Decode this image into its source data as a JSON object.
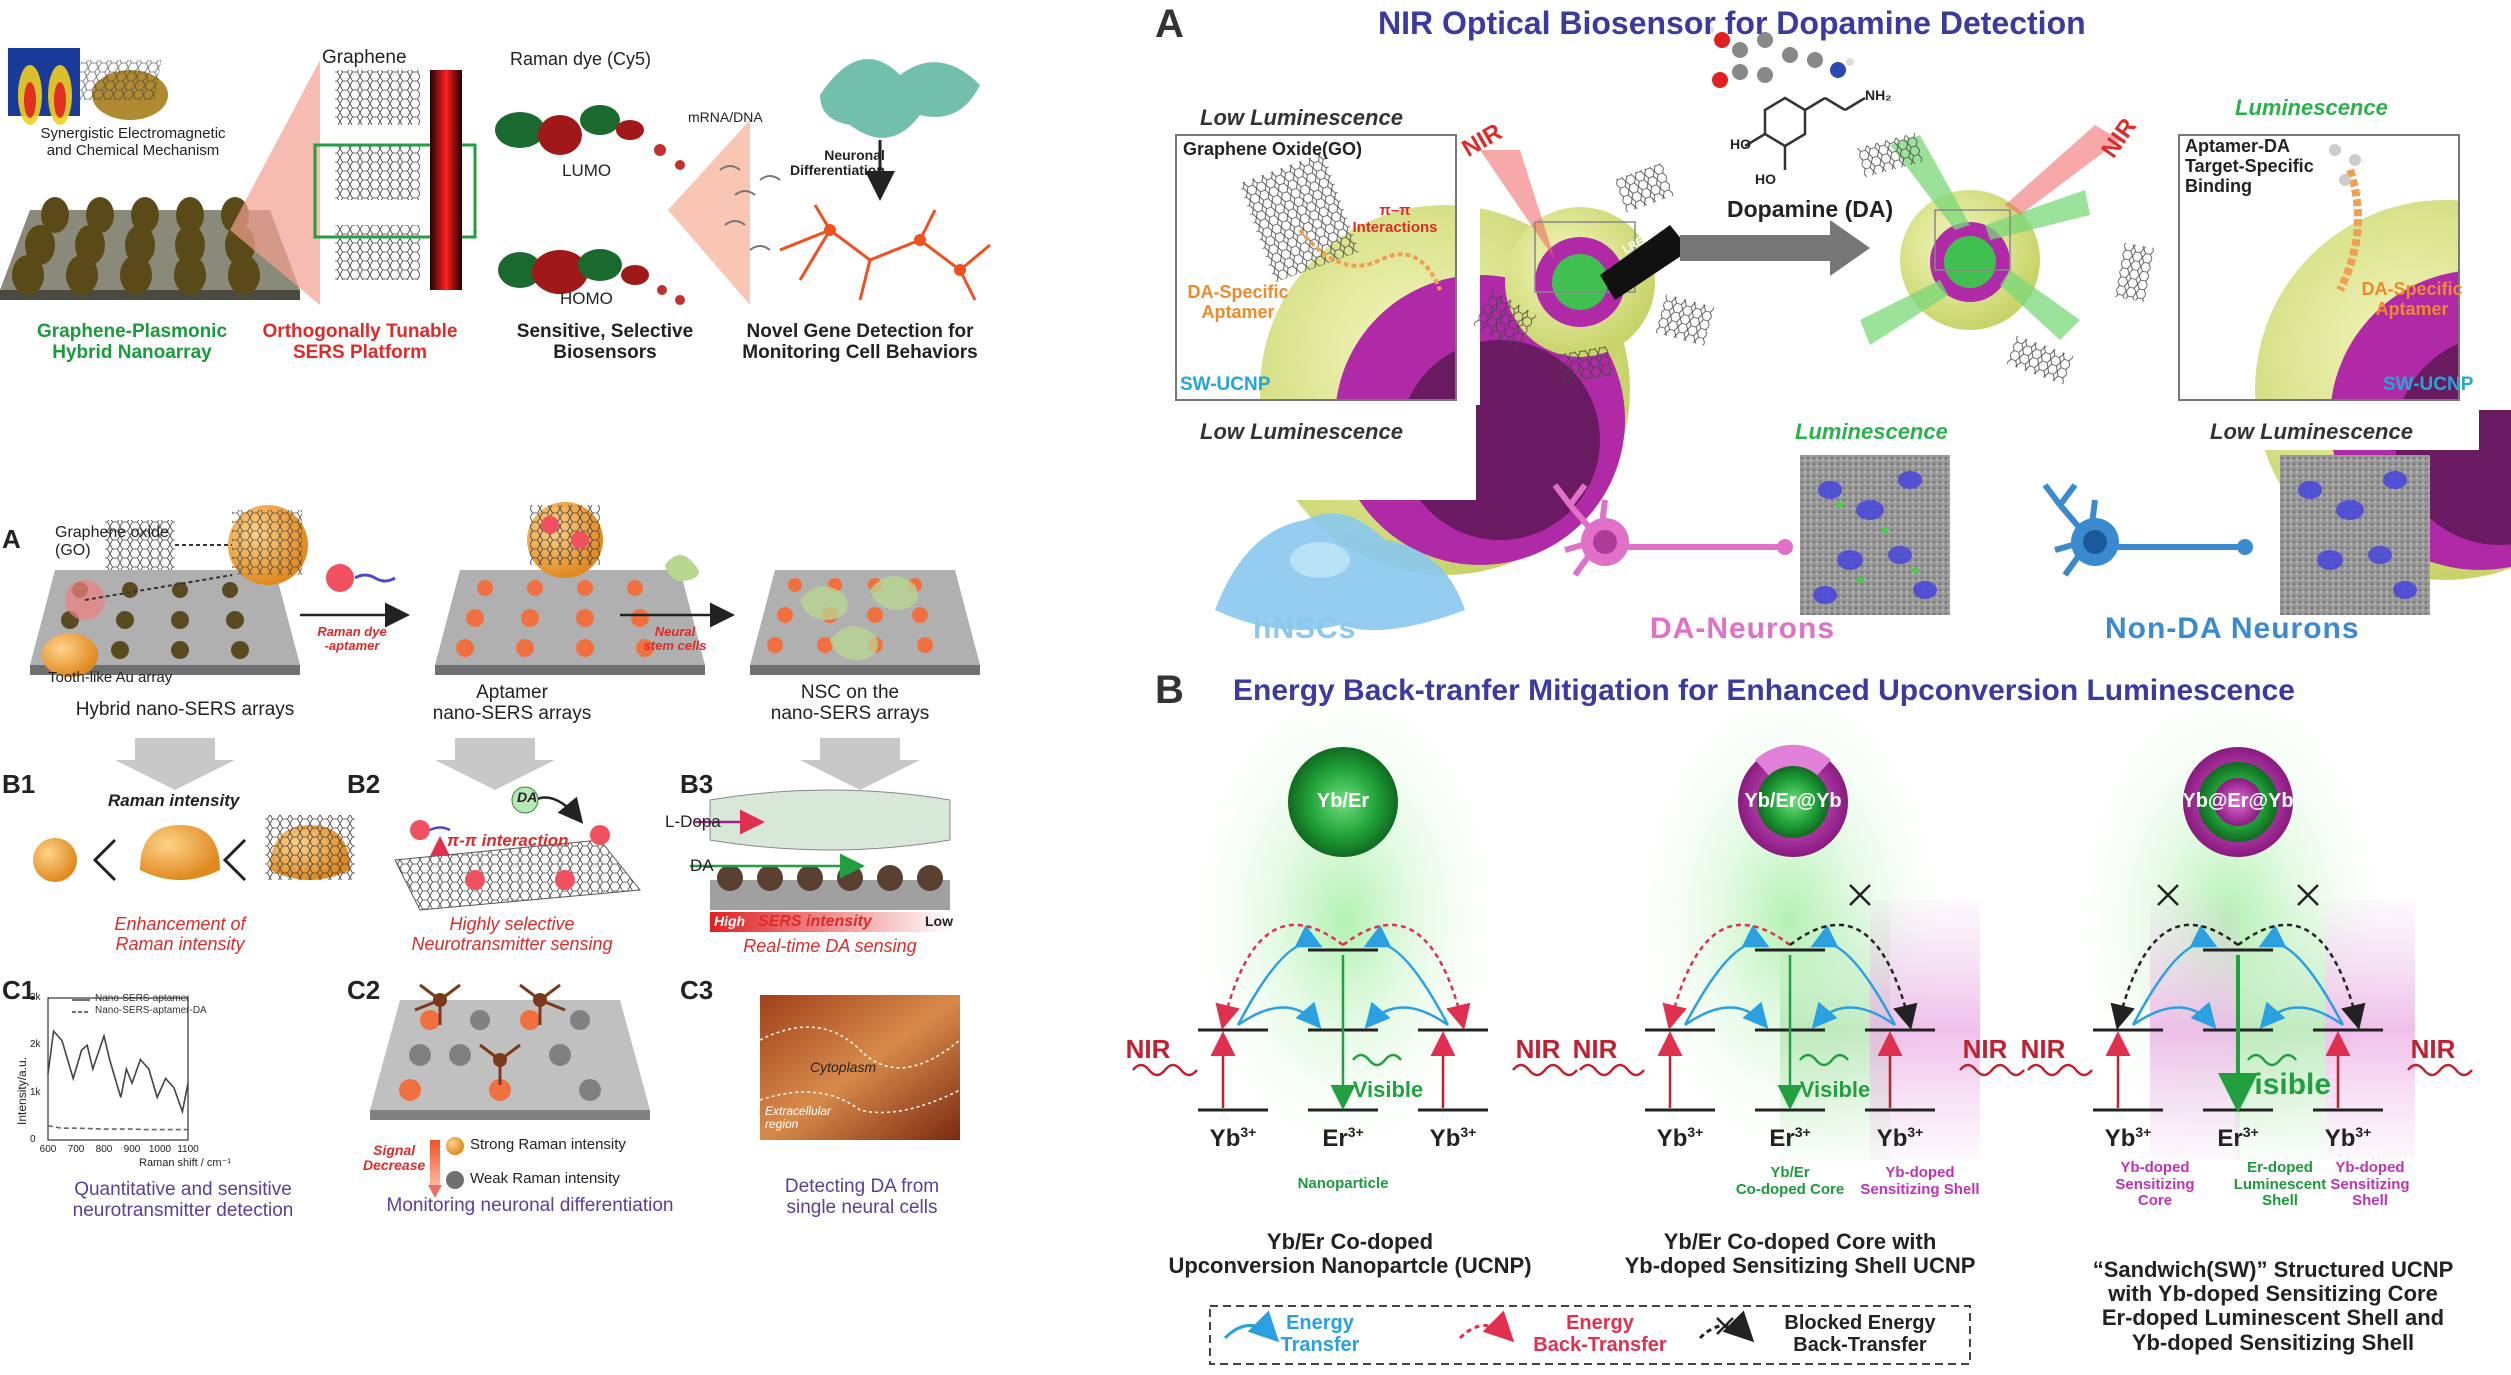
{
  "top_left": {
    "synergistic": "Synergistic Electromagnetic\nand Chemical Mechanism",
    "graphene": "Graphene",
    "raman_dye": "Raman dye (Cy5)",
    "lumo": "LUMO",
    "homo": "HOMO",
    "mrna": "mRNA/DNA",
    "neuronal_diff": "Neuronal\nDifferentiation",
    "cap1": "Graphene-Plasmonic\nHybrid Nanoarray",
    "cap2": "Orthogonally Tunable\nSERS Platform",
    "cap3": "Sensitive, Selective\nBiosensors",
    "cap4": "Novel Gene Detection for\nMonitoring Cell Behaviors"
  },
  "bottom_left": {
    "label_a": "A",
    "go": "Graphene oxide\n(GO)",
    "tooth": "Tooth-like Au array",
    "raman_dye_aptamer": "Raman dye\n-aptamer",
    "neural_stem": "Neural\nstem cells",
    "hybrid": "Hybrid nano-SERS arrays",
    "aptamer": "Aptamer\nnano-SERS arrays",
    "nsc": "NSC on the\nnano-SERS arrays",
    "b1": "B1",
    "b2": "B2",
    "b3": "B3",
    "raman_intensity": "Raman intensity",
    "pi": "π-π interaction",
    "da": "DA",
    "ldopa": "L-Dopa",
    "da2": "DA",
    "high": "High",
    "sers_intensity": "SERS intensity",
    "low": "Low",
    "enh": "Enhancement of\nRaman intensity",
    "highly": "Highly selective\nNeurotransmitter sensing",
    "realtime": "Real-time DA sensing",
    "c1": "C1",
    "c2": "C2",
    "c3": "C3",
    "legend1": "Nano-SERS-aptamer",
    "legend2": "Nano-SERS-aptamer-DA",
    "ylabel": "Intensity/a.u.",
    "xlabel": "Raman shift / cm⁻¹",
    "signal_decrease": "Signal\nDecrease",
    "strong": "Strong Raman intensity",
    "weak": "Weak Raman intensity",
    "cytoplasm": "Cytoplasm",
    "extracellular": "Extracellular\nregion",
    "quant": "Quantitative and sensitive\nneurotransmitter detection",
    "monitor": "Monitoring neuronal differentiation",
    "detecting": "Detecting DA from\nsingle neural cells"
  },
  "chart_data": {
    "type": "line",
    "title": "",
    "xlabel": "Raman shift / cm⁻¹",
    "ylabel": "Intensity/a.u.",
    "xlim": [
      600,
      1100
    ],
    "ylim": [
      0,
      3000
    ],
    "x_ticks": [
      "600",
      "700",
      "800",
      "900",
      "1000",
      "1100"
    ],
    "y_ticks": [
      "0",
      "1k",
      "2k",
      "3k"
    ],
    "series": [
      {
        "name": "Nano-SERS-aptamer",
        "style": "solid",
        "x": [
          600,
          620,
          650,
          690,
          720,
          740,
          760,
          800,
          820,
          840,
          860,
          880,
          900,
          930,
          960,
          990,
          1020,
          1050,
          1080,
          1100
        ],
        "y": [
          1400,
          2300,
          2100,
          1300,
          1900,
          2000,
          1500,
          2200,
          1700,
          1300,
          900,
          1500,
          1200,
          1700,
          1500,
          900,
          1300,
          1100,
          600,
          1200
        ]
      },
      {
        "name": "Nano-SERS-aptamer-DA",
        "style": "dashed",
        "x": [
          600,
          650,
          700,
          750,
          800,
          850,
          900,
          950,
          1000,
          1050,
          1100
        ],
        "y": [
          300,
          250,
          250,
          240,
          230,
          230,
          230,
          220,
          220,
          220,
          220
        ]
      }
    ]
  },
  "right": {
    "label_a": "A",
    "title_a": "NIR Optical Biosensor for Dopamine Detection",
    "low_lum_1": "Low Luminescence",
    "go": "Graphene Oxide(GO)",
    "nir_1": "NIR",
    "pipi": "π–π\nInteractions",
    "da_aptamer": "DA-Specific\nAptamer",
    "sw_ucnp_1": "SW-UCNP",
    "lret": "LRET",
    "dopamine": "Dopamine (DA)",
    "nh2": "NH₂",
    "ho1": "HO",
    "ho2": "HO",
    "nir_2": "NIR",
    "lum_1": "Luminescence",
    "aptamer_da": "Aptamer-DA\nTarget-Specific\nBinding",
    "da_aptamer_2": "DA-Specific\nAptamer",
    "sw_ucnp_2": "SW-UCNP",
    "low_lum_2": "Low Luminescence",
    "lum_2": "Luminescence",
    "low_lum_3": "Low Luminescence",
    "hnscs": "hNSCs",
    "da_neurons": "DA-Neurons",
    "nonda": "Non-DA Neurons",
    "label_b": "B",
    "title_b": "Energy Back-tranfer Mitigation for Enhanced Upconversion Luminescence",
    "p1_name": "Yb/Er",
    "p2_name": "Yb/Er@Yb",
    "p3_name": "Yb@Er@Yb",
    "nir": "NIR",
    "visible": "Visible",
    "yb": "Yb",
    "er": "Er",
    "sup": "3+",
    "nanoparticle": "Nanoparticle",
    "p2_core": "Yb/Er\nCo-doped Core",
    "p2_shell": "Yb-doped\nSensitizing Shell",
    "p3_core": "Yb-doped\nSensitizing\nCore",
    "p3_lum": "Er-doped\nLuminescent\nShell",
    "p3_shell": "Yb-doped\nSensitizing\nShell",
    "cap1": "Yb/Er Co-doped\nUpconversion Nanopartcle (UCNP)",
    "cap2": "Yb/Er Co-doped Core with\nYb-doped Sensitizing Shell UCNP",
    "cap3": "“Sandwich(SW)” Structured UCNP\nwith Yb-doped Sensitizing Core\nEr-doped Luminescent Shell and\nYb-doped Sensitizing Shell",
    "leg_et": "Energy\nTransfer",
    "leg_ebt": "Energy\nBack-Transfer",
    "leg_blocked": "Blocked Energy\nBack-Transfer"
  }
}
